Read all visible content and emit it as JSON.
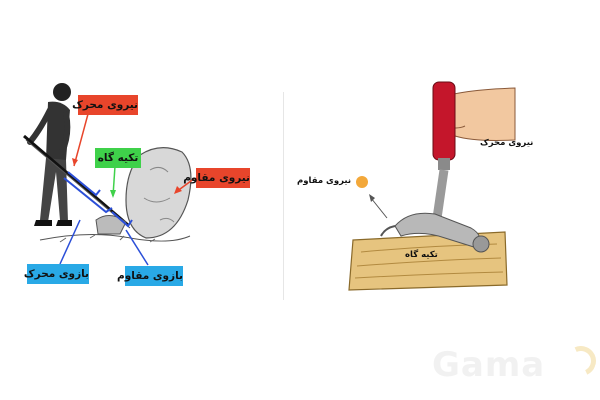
{
  "left_figure": {
    "labels": {
      "effort_force": "نیروی محرک",
      "fulcrum": "تکیه گاه",
      "load_force": "نیروی مقاوم",
      "effort_arm": "بازوی محرک",
      "load_arm": "بازوی مقاوم"
    }
  },
  "right_figure": {
    "labels": {
      "effort_force": "نیروی محرک",
      "load_force": "نیروی مقاوم",
      "fulcrum": "تکیه گاه"
    }
  },
  "watermark": {
    "text": "Gama"
  },
  "colors": {
    "red_label": "#e8452b",
    "green_label": "#3fd14a",
    "blue_label": "#29a9e6",
    "line_blue": "#2b4fd8",
    "hammer_handle": "#c4162b",
    "wood": "#e6c47f"
  }
}
